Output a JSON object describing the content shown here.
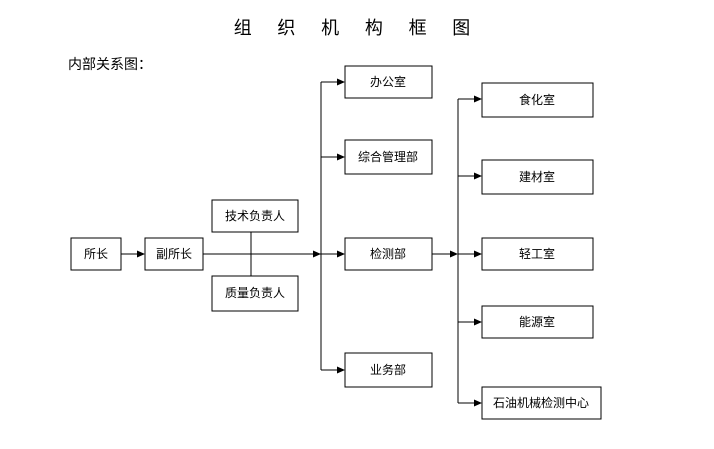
{
  "title": "组 织 机 构 框 图",
  "subtitle": "内部关系图：",
  "nodes": {
    "suozhang": "所长",
    "fu_suozhang": "副所长",
    "jishu": "技术负责人",
    "zhiliang": "质量负责人",
    "bangongshi": "办公室",
    "zonghe": "综合管理部",
    "jiance": "检测部",
    "yewu": "业务部",
    "shihua": "食化室",
    "jiancai": "建材室",
    "qinggong": "轻工室",
    "nengyuan": "能源室",
    "shiyou": "石油机械检测中心"
  }
}
